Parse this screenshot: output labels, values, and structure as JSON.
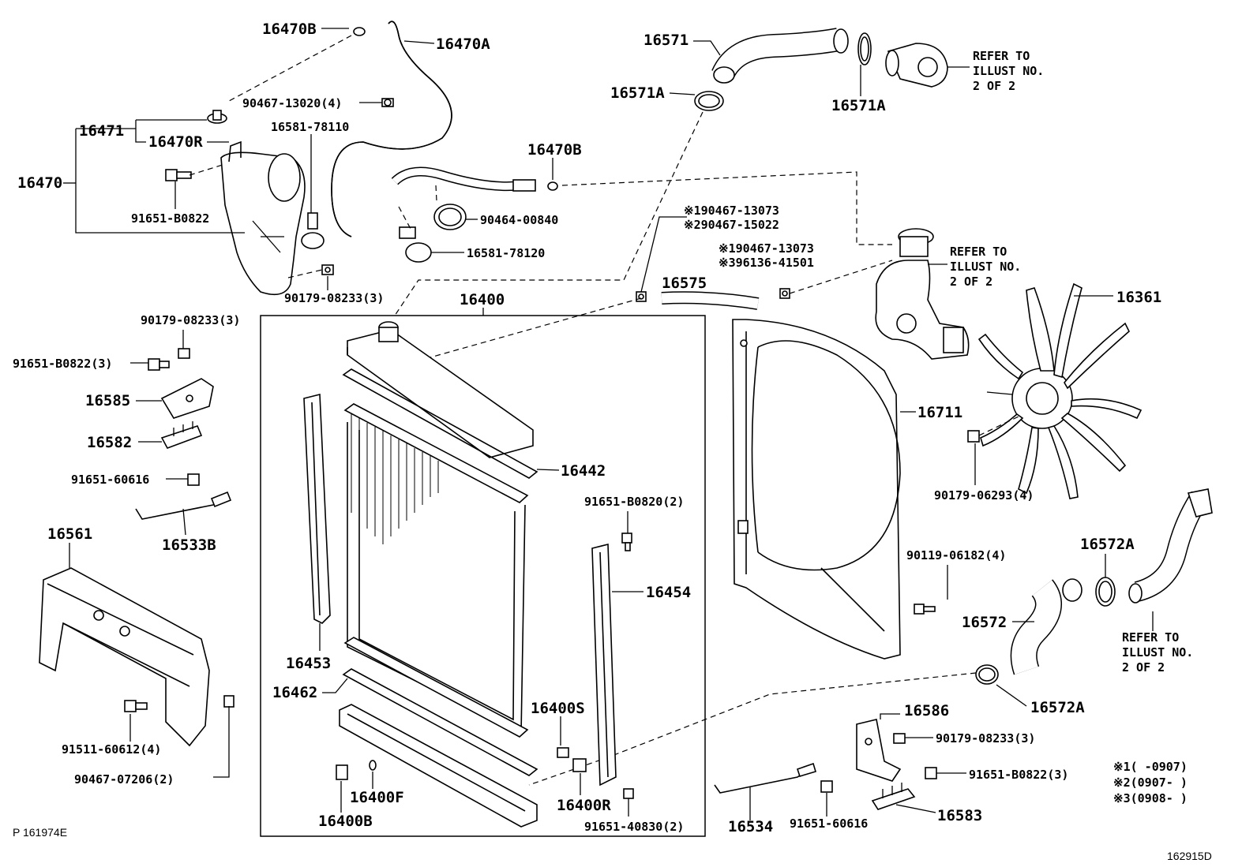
{
  "diagram": {
    "labels": {
      "p16470B_top": "16470B",
      "p16470A": "16470A",
      "p16471": "16471",
      "p16470R": "16470R",
      "p16470": "16470",
      "p90467_13020": "90467-13020(4)",
      "p16581_78110": "16581-78110",
      "p91651_B0822_a": "91651-B0822",
      "p16470B_mid": "16470B",
      "p90464_00840": "90464-00840",
      "p16581_78120": "16581-78120",
      "p90179_08233_a": "90179-08233(3)",
      "p16571": "16571",
      "p16571A_left": "16571A",
      "p16571A_right": "16571A",
      "refer1_a": "REFER TO",
      "refer1_b": "ILLUST NO.",
      "refer1_c": "2 OF 2",
      "p90467_13073_1": "※190467-13073",
      "p90467_15022_2": "※290467-15022",
      "p90467_13073_b": "※190467-13073",
      "p96136_41501": "※396136-41501",
      "p16575": "16575",
      "refer2_a": "REFER TO",
      "refer2_b": "ILLUST NO.",
      "refer2_c": "2 OF 2",
      "p16361": "16361",
      "p16400": "16400",
      "p90179_08233_b": "90179-08233(3)",
      "p91651_B0822_b": "91651-B0822(3)",
      "p16585": "16585",
      "p16582": "16582",
      "p91651_60616_a": "91651-60616",
      "p16533B": "16533B",
      "p16561": "16561",
      "p91511_60612": "91511-60612(4)",
      "p90467_07206": "90467-07206(2)",
      "p16442": "16442",
      "p91651_B0820": "91651-B0820(2)",
      "p16454": "16454",
      "p16453": "16453",
      "p16462": "16462",
      "p16400S": "16400S",
      "p16400F": "16400F",
      "p16400B": "16400B",
      "p16400R": "16400R",
      "p91651_40830": "91651-40830(2)",
      "p16711": "16711",
      "p90179_06293": "90179-06293(4)",
      "p90119_06182": "90119-06182(4)",
      "p16572A_top": "16572A",
      "p16572": "16572",
      "refer3_a": "REFER TO",
      "refer3_b": "ILLUST NO.",
      "refer3_c": "2 OF 2",
      "p16572A_bottom": "16572A",
      "p16586": "16586",
      "p90179_08233_c": "90179-08233(3)",
      "p91651_B0822_c": "91651-B0822(3)",
      "p16534": "16534",
      "p91651_60616_b": "91651-60616",
      "p16583": "16583",
      "note1": "※1(     -0907)",
      "note2": "※2(0907-     )",
      "note3": "※3(0908-     )",
      "footer_left": "P 161974E",
      "footer_right": "162915D"
    }
  }
}
